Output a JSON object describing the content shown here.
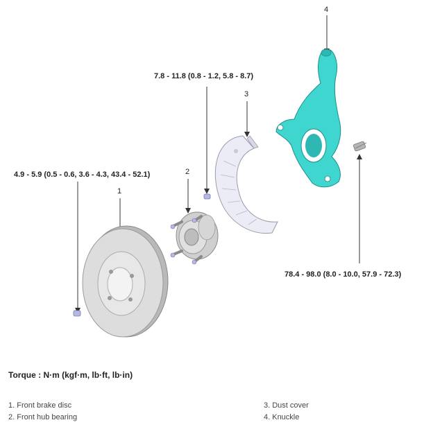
{
  "callouts": {
    "c1": "1",
    "c2": "2",
    "c3": "3",
    "c4": "4"
  },
  "torques": {
    "dust_cover_bolt": "7.8 - 11.8 (0.8 - 1.2, 5.8 - 8.7)",
    "disc_screw": "4.9 - 5.9 (0.5 - 0.6, 3.6 - 4.3, 43.4 - 52.1)",
    "knuckle_bolt": "78.4 - 98.0 (8.0 - 10.0, 57.9 - 72.3)"
  },
  "torque_title": "Torque : N·m (kgf·m, lb·ft, lb·in)",
  "legend": [
    "1. Front brake disc",
    "2. Front hub bearing",
    "3. Dust cover",
    "4. Knuckle"
  ],
  "colors": {
    "knuckle": "#3fd6d0",
    "part_grey": "#d8d8d8",
    "line": "#333333"
  }
}
